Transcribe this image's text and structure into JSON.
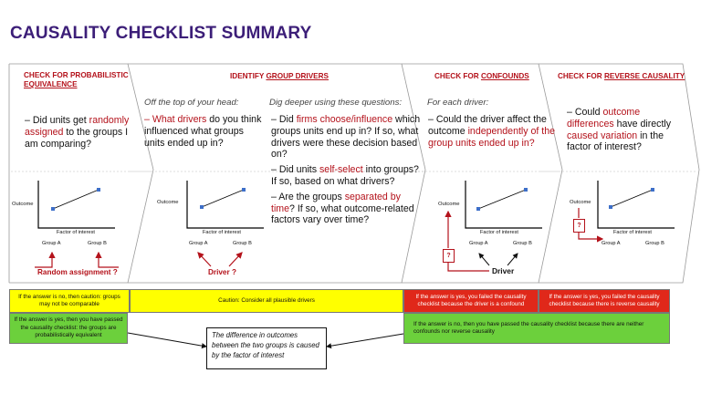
{
  "title": "CAUSALITY CHECKLIST SUMMARY",
  "panels": {
    "p1": {
      "head_line1": "CHECK FOR PROBABILISTIC",
      "head_line2": "EQUIVALENCE",
      "q_pre": "– Did units get ",
      "q_red": "randomly assigned",
      "q_post": " to the groups I am comparing?",
      "annotation": "Random assignment ?"
    },
    "p2": {
      "head_pre": "IDENTIFY ",
      "head_u": "GROUP DRIVERS",
      "sub_left": "Off the top of your head:",
      "q_left_red": "– What drivers",
      "q_left_post": " do you think influenced what groups units ended up in?",
      "sub_right": "Dig deeper using these questions:",
      "q1_pre": "– Did ",
      "q1_red": "firms choose/influence",
      "q1_post": " which groups units end up in? If so, what drivers were these decision based on?",
      "q2_pre": "– Did units ",
      "q2_red": "self-select",
      "q2_post": " into groups? If so, based on what drivers?",
      "q3_pre": "– Are the groups ",
      "q3_red": "separated by time",
      "q3_post": "? If so, what outcome-related factors vary over time?",
      "annotation": "Driver ?"
    },
    "p3": {
      "head_pre": "CHECK FOR ",
      "head_u": "CONFOUNDS",
      "sub": "For each driver:",
      "q_pre": "– Could the driver affect the outcome ",
      "q_red": "independently of the group units ended up in?",
      "driver_label": "Driver",
      "q_mark": "?"
    },
    "p4": {
      "head_pre": "CHECK FOR ",
      "head_u": "REVERSE CAUSALITY",
      "q_pre": "– Could ",
      "q_red1": "outcome differences",
      "q_mid": " have directly ",
      "q_red2": "caused variation",
      "q_post": " in the factor of interest?",
      "q_mark": "?"
    }
  },
  "chart_labels": {
    "y": "Outcome",
    "x": "Factor of interest",
    "group_a": "Group A",
    "group_b": "Group B"
  },
  "bottom": {
    "yellow_left": "If the answer is no, then caution: groups may not be comparable",
    "yellow_mid": "Caution: Consider all plausible drivers",
    "red_left": "If the answer is yes, you failed the causality checklist because the driver is a confound",
    "red_right": "If the answer is yes, you failed the causality checklist because there is reverse causality",
    "green_left": "If the answer is yes, then you have passed the causality checklist: the groups are probabilistically equivalent",
    "green_right": "If the answer is no, then you have passed the causality checklist  because there are neither confounds nor reverse causality",
    "middle_box": "The difference in outcomes between the two groups is caused by the factor of interest"
  },
  "colors": {
    "title": "#3c1e78",
    "accent_red": "#b4121b",
    "yellow": "#ffff00",
    "red": "#e0281a",
    "green": "#6cd03c",
    "point": "#3d6fc9"
  }
}
